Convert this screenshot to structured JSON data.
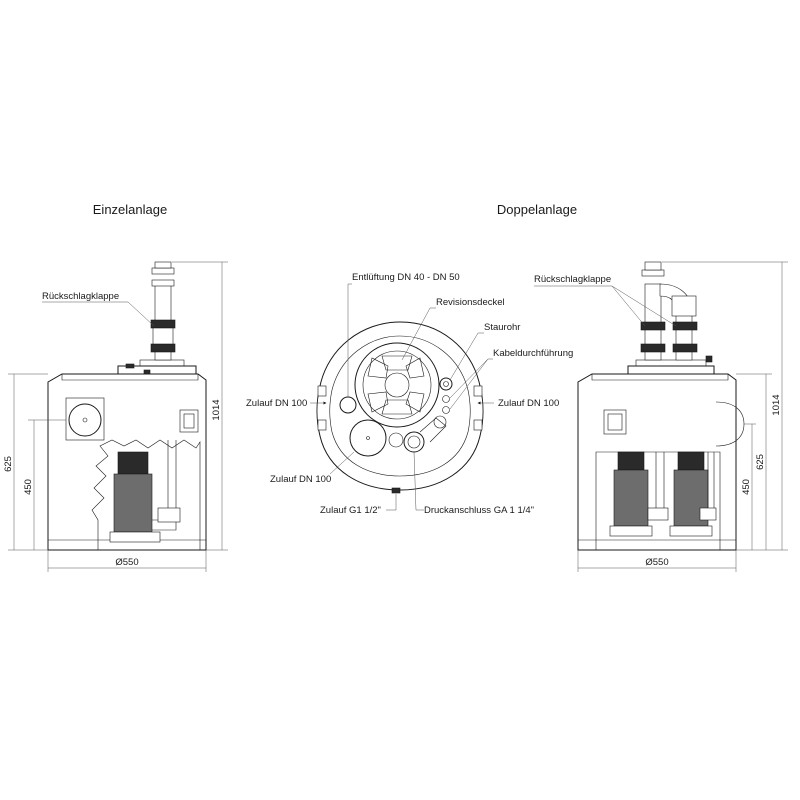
{
  "titles": {
    "left": "Einzelanlage",
    "right": "Doppelanlage"
  },
  "left_view": {
    "valve_label": "Rückschlagklappe",
    "dim_height_total": "1014",
    "dim_height_625": "625",
    "dim_height_450": "450",
    "dim_diameter": "Ø550"
  },
  "top_view": {
    "vent_label": "Entlüftung DN 40 - DN 50",
    "cover_label": "Revisionsdeckel",
    "pipe_label": "Staurohr",
    "cable_label": "Kabeldurchführung",
    "inlet_left_label": "Zulauf DN 100",
    "inlet_right_label": "Zulauf DN 100",
    "inlet_bottom_label": "Zulauf DN 100",
    "inlet_g_label": "Zulauf G1 1/2\"",
    "pressure_label": "Druckanschluss GA 1 1/4\""
  },
  "right_view": {
    "valve_label": "Rückschlagklappe",
    "dim_height_total": "1014",
    "dim_height_625": "625",
    "dim_height_450": "450",
    "dim_diameter": "Ø550"
  }
}
